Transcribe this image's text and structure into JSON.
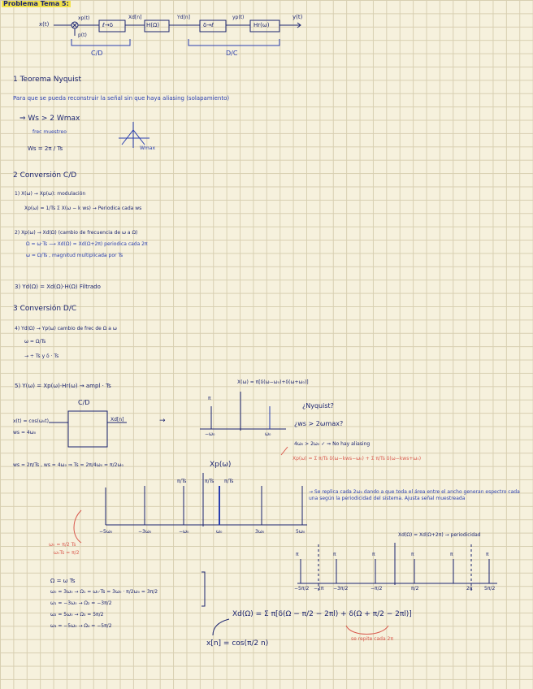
{
  "title": "Problema Tema 5:",
  "diagram": {
    "input": "x(t)",
    "sampler_label": "xp(t)",
    "pt": "p(t)",
    "b1": "ℓ→δ",
    "xd": "Xd[n]",
    "b2": "H(Ω)",
    "yd": "Yd[n]",
    "b3": "δ→ℓ",
    "yp": "yp(t)",
    "b4": "Hr(ω)",
    "out": "y(t)",
    "cd": "C/D",
    "dc": "D/C"
  },
  "s1": {
    "heading": "1 Teorema Nyquist",
    "line1": "Para que se pueda reconstruir la señal sin que haya aliasing (solapamiento)",
    "cond": "⇒ Ws > 2 Wmax",
    "freq": "frec muestreo",
    "ws": "Ws = 2π / Ts",
    "tri_label": "Wmax"
  },
  "s2": {
    "heading": "2 Conversión C/D",
    "l1": "1) X(ω) → Xp(ω): modulación",
    "l2": "Xp(ω) = 1/Ts Σ X(ω − k ws) → Periodica cada ws",
    "l3": "2) Xp(ω) → Xd(Ω) (cambio de frecuencia de ω a Ω)",
    "l4": "Ω = ω·Ts ⟶ Xd(Ω) = Xd(Ω+2π) periodica cada 2π",
    "l5": "ω = Ω/Ts , magnitud multiplicada por Ts",
    "l6": "3) Yd(Ω) = Xd(Ω)·H(Ω) Filtrado"
  },
  "s3": {
    "heading": "3 Conversión D/C",
    "l1": "4) Yd(Ω) → Yp(ω) cambio de frec de Ω a ω",
    "l2": "ω = Ω/Ts",
    "l3": "→ ÷ Ts y δ · Ts"
  },
  "s5": {
    "line": "5) Y(ω) = Xp(ω)·Hr(ω) → ampl · Ts",
    "block": "C/D",
    "in": "x(t) = cos(ω₀t)",
    "in2": "ws = 4ω₀",
    "out": "Xd[n]",
    "arrow": "→",
    "spec_title": "X(ω) = π[δ(ω−ω₀)+δ(ω+ω₀)]",
    "sp_pi": "π",
    "sp_l": "−ω₀",
    "sp_r": "ω₀",
    "q1": "¿Nyquist?",
    "q2": "¿ws > 2ωmax?",
    "a1": "4ω₀ > 2ω₀ ✓ ⇒ No hay aliasing",
    "a2": "Xp(ω) = Σ π/Ts δ(ω−kws−ω₀) + Σ π/Ts δ(ω−kws+ω₀)"
  },
  "xp": {
    "ws_def": "ws = 2π/Ts , ws = 4ω₀ ⇒ Ts = 2π/4ω₀ = π/2ω₀",
    "title": "Xp(ω)",
    "peak_l": "π/Ts",
    "peak_m": "π/Ts",
    "peak_r": "π/Ts",
    "ticks": [
      "−5ω₀",
      "−3ω₀",
      "−ω₀",
      "ω₀",
      "3ω₀",
      "5ω₀"
    ],
    "note": "→ Se replica cada 2ω₀ dando a que toda el área entre el ancho generan espectro cada una según la periodicidad del sistema. Ajusta señal muestreada",
    "red1": "ω₀ = π/2 Ts",
    "red2": "ω₀Ts = π/2"
  },
  "xd": {
    "title": "Xd(Ω) = Xd(Ω+2π) → periodicidad",
    "ticks": [
      "−5π/2",
      "−2π",
      "−3π/2",
      "−π/2",
      "π/2",
      "2π",
      "5π/2"
    ],
    "pi": "π"
  },
  "omega": {
    "l0": "Ω = ω Ts",
    "l1": "ω₀ = 3ω₀ → Ω₁ = ω₀·Ts = 3ω₀ · π/2ω₀ = 3π/2",
    "l2": "ω₁ = −3ω₀ → Ω₂ = −3π/2",
    "l3": "ω₂ = 5ω₀ → Ω₃ = 5π/2",
    "l4": "ω₃ = −5ω₀ → Ω₄ = −5π/2"
  },
  "final": {
    "eq": "Xd(Ω) = Σ π[δ(Ω − π/2 − 2πl) + δ(Ω + π/2 − 2πl)]",
    "red": "se repite cada 2π",
    "res": "x[n] = cos(π/2 n)"
  }
}
